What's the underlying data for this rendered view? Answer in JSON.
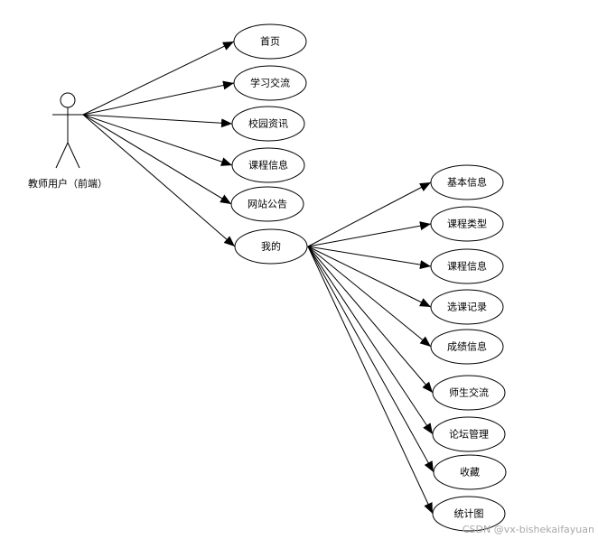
{
  "actor": {
    "label": "教师用户（前端）"
  },
  "primary_use_cases": [
    {
      "id": "home",
      "label": "首页"
    },
    {
      "id": "study-exchange",
      "label": "学习交流"
    },
    {
      "id": "campus-news",
      "label": "校园资讯"
    },
    {
      "id": "course-info",
      "label": "课程信息"
    },
    {
      "id": "site-notice",
      "label": "网站公告"
    },
    {
      "id": "mine",
      "label": "我的"
    }
  ],
  "sub_use_cases": [
    {
      "id": "basic-info",
      "label": "基本信息"
    },
    {
      "id": "course-type",
      "label": "课程类型"
    },
    {
      "id": "course-info-2",
      "label": "课程信息"
    },
    {
      "id": "enroll-record",
      "label": "选课记录"
    },
    {
      "id": "grade-info",
      "label": "成绩信息"
    },
    {
      "id": "teacher-student-exchange",
      "label": "师生交流"
    },
    {
      "id": "forum-manage",
      "label": "论坛管理"
    },
    {
      "id": "favorites",
      "label": "收藏"
    },
    {
      "id": "statistics-chart",
      "label": "统计图"
    }
  ],
  "watermark": "CSDN @vx-bishekaifayuan",
  "colors": {
    "stroke": "#000000",
    "fill": "#ffffff",
    "watermark": "#a9a9a9"
  }
}
